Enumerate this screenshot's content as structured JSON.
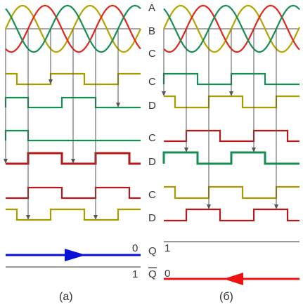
{
  "colors": {
    "phase_a": "#b5a300",
    "phase_b": "#e1261c",
    "phase_c": "#168e52",
    "olive": "#a89a00",
    "green": "#168e52",
    "red": "#b51a1a",
    "blue_arrow": "#0a12d8",
    "red_arrow": "#ee1111",
    "guide": "#555555"
  },
  "row_labels": {
    "a": "A",
    "b": "B",
    "c": "C",
    "r1_top": "C",
    "r1_bot": "D",
    "r2_top": "C",
    "r2_bot": "D",
    "r3_top": "C",
    "r3_bot": "D",
    "q": "Q",
    "qbar": "Q"
  },
  "left_panel": {
    "q_value": "0",
    "qbar_value": "1",
    "caption": "(a)",
    "arrow_icon": "right-arrow-icon"
  },
  "right_panel": {
    "q_value": "1",
    "qbar_value": "0",
    "caption": "(б)",
    "arrow_icon": "left-arrow-icon"
  }
}
